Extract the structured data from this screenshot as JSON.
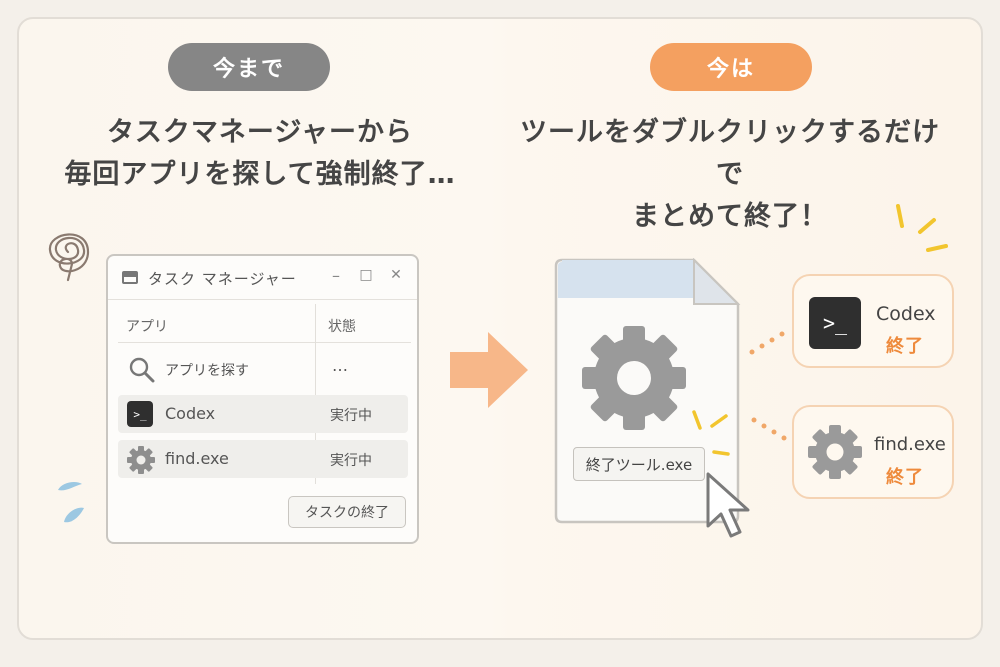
{
  "before": {
    "badge": "今まで",
    "headline_line1": "タスクマネージャーから",
    "headline_line2": "毎回アプリを探して強制終了…"
  },
  "now": {
    "badge": "今は",
    "headline_line1": "ツールをダブルクリックするだけで",
    "headline_line2": "まとめて終了！"
  },
  "task_manager": {
    "title": "タスク マネージャー",
    "window_controls": {
      "minimize": "–",
      "maximize": "□",
      "close": "✕"
    },
    "columns": {
      "app": "アプリ",
      "status": "状態"
    },
    "rows": [
      {
        "name": "アプリを探す",
        "status": "…",
        "icon": "search-icon"
      },
      {
        "name": "Codex",
        "status": "実行中",
        "icon": "terminal-icon"
      },
      {
        "name": "find.exe",
        "status": "実行中",
        "icon": "gear-icon"
      }
    ],
    "end_task_button": "タスクの終了"
  },
  "tool_file": {
    "label": "終了ツール.exe",
    "icon": "gear-icon"
  },
  "results": [
    {
      "name": "Codex",
      "action": "終了",
      "icon": "terminal-icon"
    },
    {
      "name": "find.exe",
      "action": "終了",
      "icon": "gear-icon"
    }
  ],
  "colors": {
    "accent": "#f4a060",
    "accent_text": "#ee8a3c",
    "neutral_badge": "#868686",
    "terminal": "#2f2f2f",
    "gear": "#9a9a9a"
  }
}
